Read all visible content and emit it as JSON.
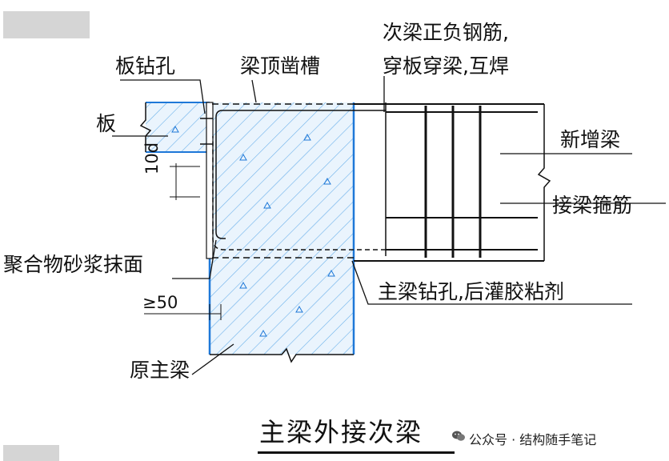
{
  "diagram": {
    "title": "主梁外接次梁",
    "labels": {
      "slab_drill": "板钻孔",
      "top_groove": "梁顶凿槽",
      "neg_rebar_line1": "次梁正负钢筋,",
      "neg_rebar_line2": "穿板穿梁,互焊",
      "slab": "板",
      "new_beam": "新增梁",
      "stirrup": "接梁箍筋",
      "anchor_len": "10d",
      "mortar": "聚合物砂浆抹面",
      "main_drill": "主梁钻孔,后灌胶粘剂",
      "min_dim": "≥50",
      "orig_beam": "原主梁"
    },
    "colors": {
      "concrete_line": "#1e78d8",
      "hatch": "#6ab0ea",
      "fill": "#eaf4fd",
      "ink": "#111111"
    }
  },
  "watermark": {
    "icon": "wechat-icon",
    "text": "公众号 · 结构随手笔记"
  }
}
